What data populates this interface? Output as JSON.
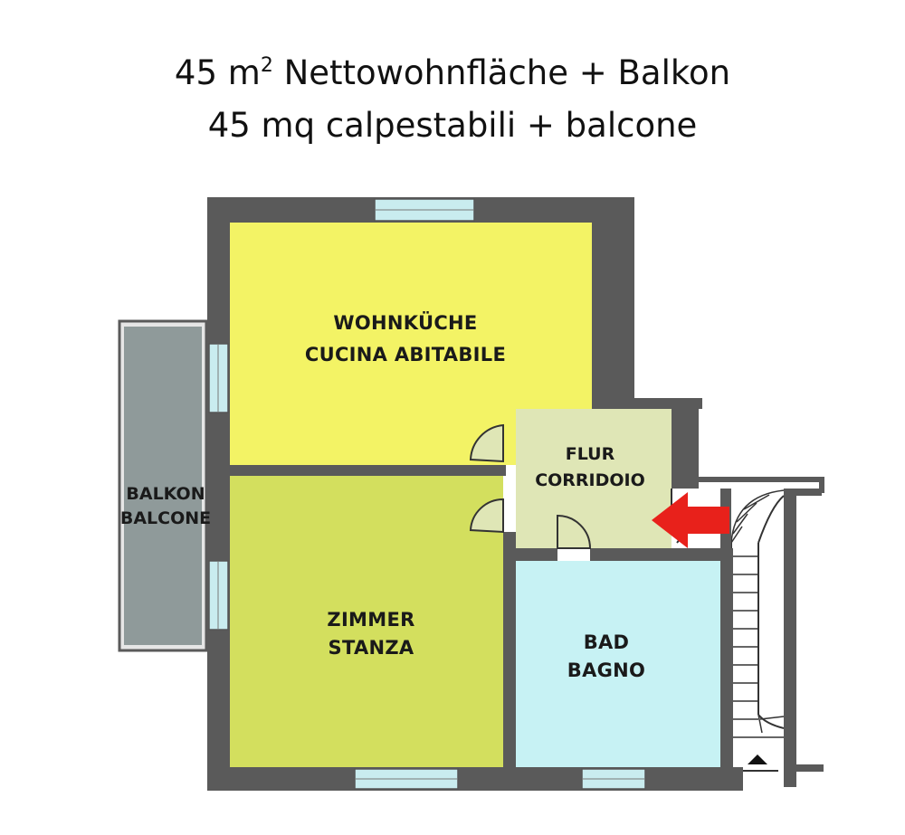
{
  "header": {
    "line1_pre": "45 m",
    "line1_sup": "2",
    "line1_post": " Nettowohnfläche + Balkon",
    "line2": "45 mq calpestabili + balcone"
  },
  "rooms": {
    "living_kitchen": {
      "de": "WOHNKÜCHE",
      "it": "CUCINA ABITABILE",
      "color": "#f3f365"
    },
    "bedroom": {
      "de": "ZIMMER",
      "it": "STANZA",
      "color": "#d3df5e"
    },
    "hallway": {
      "de": "FLUR",
      "it": "CORRIDOIO",
      "color": "#dfe6b6"
    },
    "bathroom": {
      "de": "BAD",
      "it": "BAGNO",
      "color": "#c7f2f4"
    },
    "balcony": {
      "de": "BALKON",
      "it": "BALCONE",
      "color": "#8f9a9a"
    }
  },
  "colors": {
    "wall": "#5a5a5a",
    "window": "#c9ecef",
    "entrance_arrow": "#e8211b"
  },
  "icons": [
    "entrance-arrow-icon",
    "stair-up-arrow-icon"
  ]
}
